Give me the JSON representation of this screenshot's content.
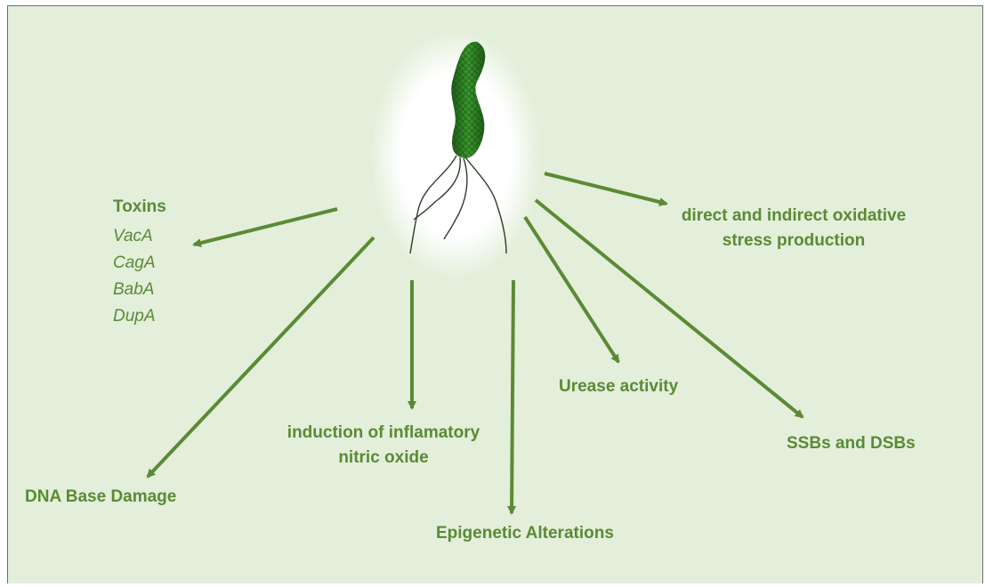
{
  "toxins": {
    "title": "Toxins",
    "items": [
      "VacA",
      "CagA",
      "BabA",
      "DupA"
    ]
  },
  "effects": {
    "oxidative_line1": "direct and indirect oxidative",
    "oxidative_line2": "stress production",
    "urease": "Urease activity",
    "ssb_dsb": "SSBs and DSBs",
    "nitric_line1": "induction of inflamatory",
    "nitric_line2": "nitric oxide",
    "dna_damage": "DNA Base Damage",
    "epigenetic": "Epigenetic Alterations"
  },
  "colors": {
    "background": "#e3efda",
    "arrow": "#5b8a35",
    "text": "#5b8a35",
    "bacterium": "#2f7a25"
  },
  "icons": {
    "bacterium": "helicobacter-bacterium-icon"
  }
}
